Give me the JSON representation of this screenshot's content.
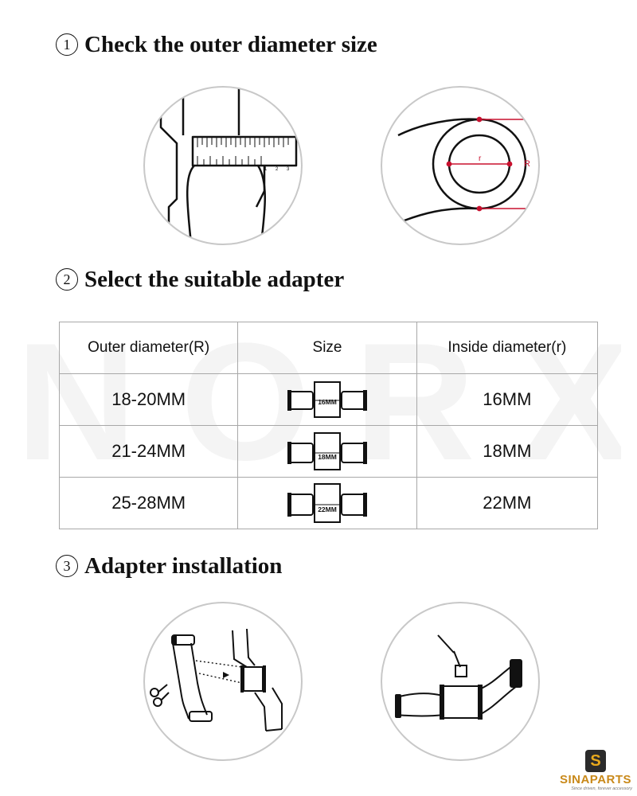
{
  "watermark": "NORXI",
  "steps": [
    {
      "number": "1",
      "title": "Check the outer diameter size"
    },
    {
      "number": "2",
      "title": "Select the suitable adapter"
    },
    {
      "number": "3",
      "title": "Adapter installation"
    }
  ],
  "diagram_labels": {
    "caliper_ticks": [
      "1",
      "2",
      "3"
    ],
    "inner_radius": "r",
    "outer_radius": "R"
  },
  "table": {
    "headers": [
      "Outer diameter(R)",
      "Size",
      "Inside diameter(r)"
    ],
    "rows": [
      {
        "outer": "18-20MM",
        "size_label": "16MM",
        "inside": "16MM"
      },
      {
        "outer": "21-24MM",
        "size_label": "18MM",
        "inside": "18MM"
      },
      {
        "outer": "25-28MM",
        "size_label": "22MM",
        "inside": "22MM"
      }
    ]
  },
  "logo": {
    "badge": "S",
    "name": "SINAPARTS",
    "tagline": "Since driven, forever accessory"
  },
  "colors": {
    "accent_red": "#c8102e",
    "logo_gold": "#c9891a",
    "border_gray": "#a8a8a8"
  }
}
